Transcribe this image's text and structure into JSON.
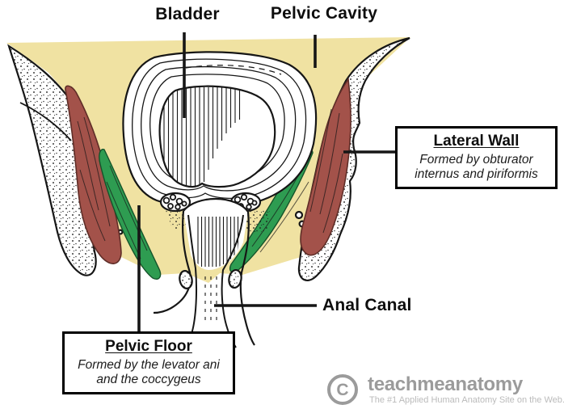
{
  "labels": {
    "bladder": "Bladder",
    "pelvic_cavity": "Pelvic Cavity",
    "anal_canal": "Anal Canal"
  },
  "callouts": {
    "lateral_wall": {
      "title": "Lateral Wall",
      "description": "Formed by obturator internus and piriformis"
    },
    "pelvic_floor": {
      "title": "Pelvic Floor",
      "description": "Formed by the levator ani and the coccygeus"
    }
  },
  "watermark": {
    "symbol": "C",
    "brand": "teachmeanatomy",
    "tagline": "The #1 Applied Human Anatomy Site on the Web."
  },
  "colors": {
    "cavity_yellow": "#F0E2A2",
    "muscle_red": "#A3524A",
    "muscle_green": "#2E9C51",
    "outline": "#161616",
    "label": "#0E0E0E",
    "watermark_gray": "#9B9B9B",
    "tagline_gray": "#BBBBBB"
  }
}
